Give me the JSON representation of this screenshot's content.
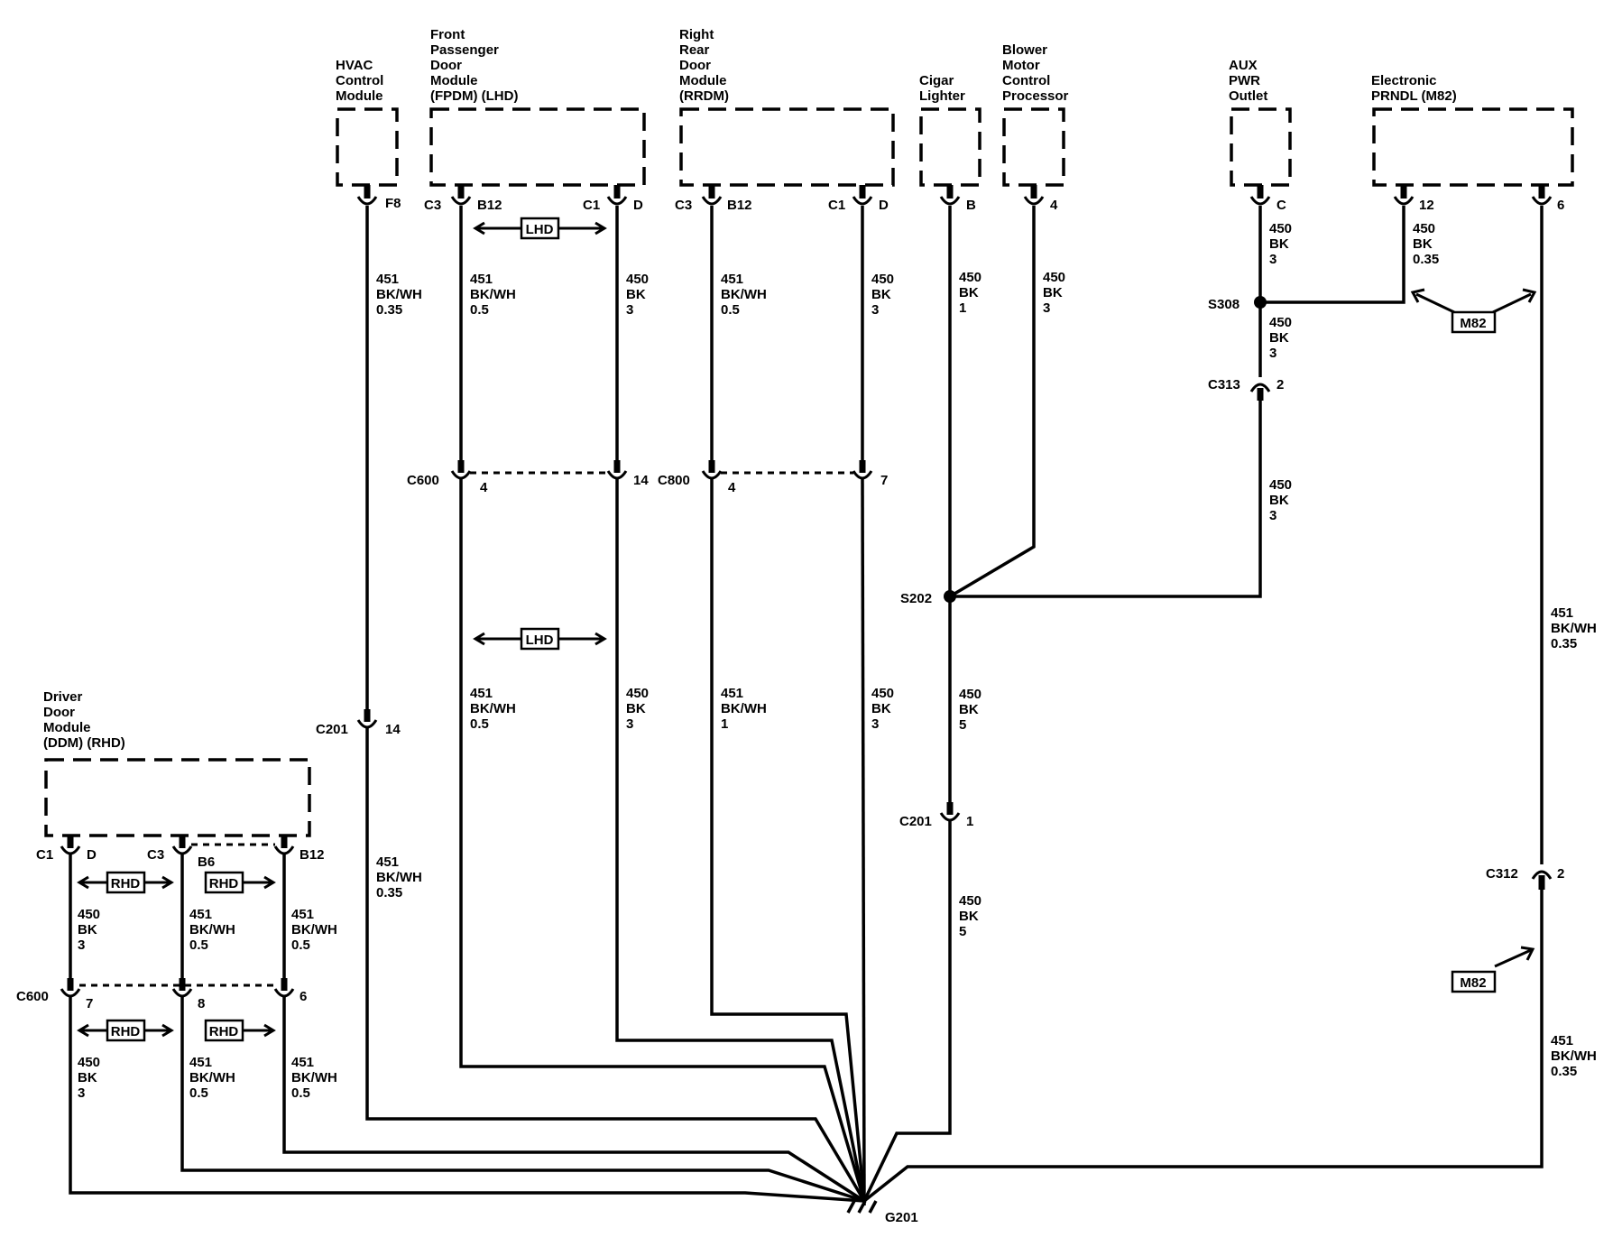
{
  "components": {
    "hvac": [
      "HVAC",
      "Control",
      "Module"
    ],
    "fpdm": [
      "Front",
      "Passenger",
      "Door",
      "Module",
      "(FPDM) (LHD)"
    ],
    "rrdm": [
      "Right",
      "Rear",
      "Door",
      "Module",
      "(RRDM)"
    ],
    "cigar": [
      "Cigar",
      "Lighter"
    ],
    "blower": [
      "Blower",
      "Motor",
      "Control",
      "Processor"
    ],
    "aux": [
      "AUX",
      "PWR",
      "Outlet"
    ],
    "prndl": [
      "Electronic",
      "PRNDL (M82)"
    ],
    "ddm": [
      "Driver",
      "Door",
      "Module",
      "(DDM) (RHD)"
    ]
  },
  "pins": {
    "hvac_f8": "F8",
    "fpdm_c3": "C3",
    "fpdm_b12": "B12",
    "fpdm_c1": "C1",
    "fpdm_d": "D",
    "rrdm_c3": "C3",
    "rrdm_b12": "B12",
    "rrdm_c1": "C1",
    "rrdm_d": "D",
    "cigar_b": "B",
    "blower_4": "4",
    "aux_c": "C",
    "prndl_12": "12",
    "prndl_6": "6",
    "ddm_c1": "C1",
    "ddm_d": "D",
    "ddm_c3": "C3",
    "ddm_b6": "B6",
    "ddm_b12": "B12"
  },
  "connectors": {
    "c600_top": "C600",
    "c600_top_4": "4",
    "c600_top_14": "14",
    "c800": "C800",
    "c800_4": "4",
    "c800_7": "7",
    "c201_hvac": "C201",
    "c201_hvac_pin": "14",
    "c201_cigar": "C201",
    "c201_cigar_pin": "1",
    "c313": "C313",
    "c313_pin": "2",
    "c312": "C312",
    "c312_pin": "2",
    "c600_bot": "C600",
    "c600_bot_7": "7",
    "c600_bot_8": "8",
    "c600_bot_6": "6"
  },
  "splices": {
    "s308": "S308",
    "s202": "S202"
  },
  "ground": "G201",
  "tags": {
    "lhd": "LHD",
    "rhd": "RHD",
    "m82": "M82"
  },
  "wires": {
    "hvac_a": [
      "451",
      "BK/WH",
      "0.35"
    ],
    "hvac_b": [
      "451",
      "BK/WH",
      "0.35"
    ],
    "fpdm_l_a": [
      "451",
      "BK/WH",
      "0.5"
    ],
    "fpdm_l_b": [
      "451",
      "BK/WH",
      "0.5"
    ],
    "fpdm_r_a": [
      "450",
      "BK",
      "3"
    ],
    "fpdm_r_b": [
      "450",
      "BK",
      "3"
    ],
    "rrdm_l_a": [
      "451",
      "BK/WH",
      "0.5"
    ],
    "rrdm_l_b": [
      "451",
      "BK/WH",
      "1"
    ],
    "rrdm_r_a": [
      "450",
      "BK",
      "3"
    ],
    "rrdm_r_b": [
      "450",
      "BK",
      "3"
    ],
    "cigar_a": [
      "450",
      "BK",
      "1"
    ],
    "blower_a": [
      "450",
      "BK",
      "3"
    ],
    "cigar_b": [
      "450",
      "BK",
      "5"
    ],
    "cigar_c": [
      "450",
      "BK",
      "5"
    ],
    "aux_a": [
      "450",
      "BK",
      "3"
    ],
    "aux_b": [
      "450",
      "BK",
      "3"
    ],
    "aux_c": [
      "450",
      "BK",
      "3"
    ],
    "prndl_12": [
      "450",
      "BK",
      "0.35"
    ],
    "prndl_6a": [
      "451",
      "BK/WH",
      "0.35"
    ],
    "prndl_6b": [
      "451",
      "BK/WH",
      "0.35"
    ],
    "ddm_1a": [
      "450",
      "BK",
      "3"
    ],
    "ddm_1b": [
      "450",
      "BK",
      "3"
    ],
    "ddm_2a": [
      "451",
      "BK/WH",
      "0.5"
    ],
    "ddm_2b": [
      "451",
      "BK/WH",
      "0.5"
    ],
    "ddm_3a": [
      "451",
      "BK/WH",
      "0.5"
    ],
    "ddm_3b": [
      "451",
      "BK/WH",
      "0.5"
    ]
  }
}
